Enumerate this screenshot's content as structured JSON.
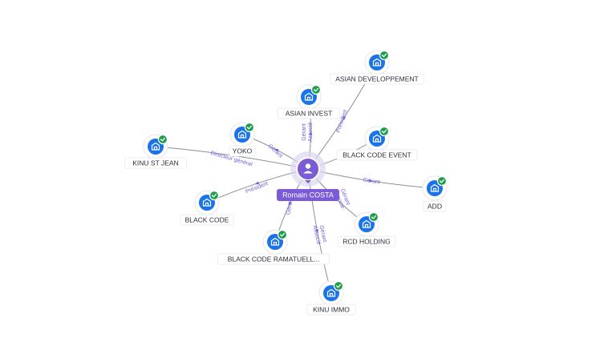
{
  "center": {
    "label": "Romain COSTA",
    "icon": "person-icon"
  },
  "nodes": [
    {
      "id": "asian-developpement",
      "label": "ASIAN DEVELOPPEMENT",
      "icon": "company-icon",
      "status": "verified"
    },
    {
      "id": "asian-invest",
      "label": "ASIAN INVEST",
      "icon": "company-icon",
      "status": "verified"
    },
    {
      "id": "yoko",
      "label": "YOKO",
      "icon": "company-icon",
      "status": "verified"
    },
    {
      "id": "black-code-event",
      "label": "BLACK CODE EVENT",
      "icon": "company-icon",
      "status": "verified"
    },
    {
      "id": "kinu-st-jean",
      "label": "KINU ST JEAN",
      "icon": "company-icon",
      "status": "verified"
    },
    {
      "id": "add",
      "label": "ADD",
      "icon": "company-icon",
      "status": "verified"
    },
    {
      "id": "black-code",
      "label": "BLACK CODE",
      "icon": "company-icon",
      "status": "verified"
    },
    {
      "id": "rcd-holding",
      "label": "RCD HOLDING",
      "icon": "company-icon",
      "status": "verified"
    },
    {
      "id": "black-code-ramatuelle",
      "label": "BLACK CODE RAMATUELL...",
      "icon": "company-icon",
      "status": "verified"
    },
    {
      "id": "kinu-immo",
      "label": "KINU IMMO",
      "icon": "company-icon",
      "status": "verified"
    }
  ],
  "edges": [
    {
      "to": "asian-developpement",
      "label": "Président"
    },
    {
      "to": "asian-invest",
      "label": "Gérant Associé"
    },
    {
      "to": "yoko",
      "label": "Gérant"
    },
    {
      "to": "black-code-event",
      "label": ""
    },
    {
      "to": "kinu-st-jean",
      "label": "Directeur général"
    },
    {
      "to": "add",
      "label": "Gérant"
    },
    {
      "to": "black-code",
      "label": "Président"
    },
    {
      "to": "rcd-holding",
      "label": "Gérant Associé"
    },
    {
      "to": "black-code-ramatuelle",
      "label": "Gérant"
    },
    {
      "to": "kinu-immo",
      "label": "Gérant Associé"
    }
  ],
  "colors": {
    "accent": "#7c5cd6",
    "node": "#1a73e8",
    "check": "#1e9e4a",
    "edge_label": "#6f63d8"
  }
}
